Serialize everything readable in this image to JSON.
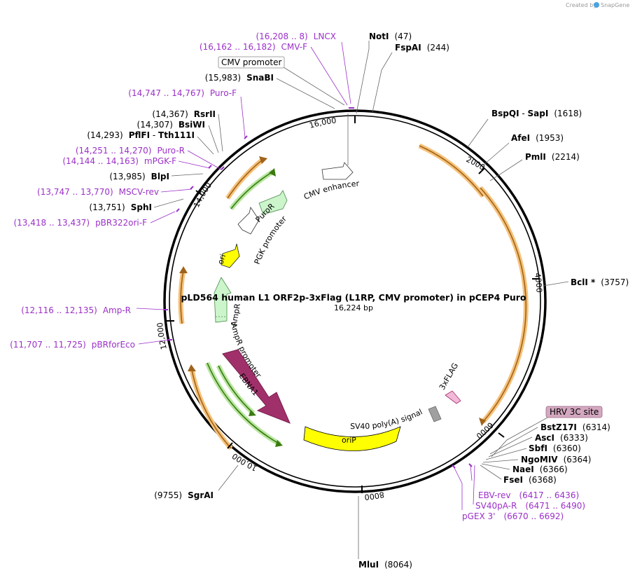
{
  "credit": {
    "text": "Created by",
    "brand": "SnapGene"
  },
  "plasmid": {
    "name": "pLD564 human L1 ORF2p-3xFlag (L1RP, CMV promoter) in pCEP4 Puro",
    "size": "16,224 bp"
  },
  "ticks": [
    "2000",
    "4000",
    "6000",
    "8000",
    "10,000",
    "12,000",
    "14,000",
    "16,000"
  ],
  "enzymes": [
    {
      "name": "NotI",
      "pos": "(47)"
    },
    {
      "name": "FspAI",
      "pos": "(244)"
    },
    {
      "name": "BspQI",
      "sep": " - ",
      "name2": "SapI",
      "pos": "(1618)"
    },
    {
      "name": "AfeI",
      "pos": "(1953)"
    },
    {
      "name": "PmlI",
      "pos": "(2214)"
    },
    {
      "name": "BclI *",
      "pos": "(3757)"
    },
    {
      "name": "BstZ17I",
      "pos": "(6314)"
    },
    {
      "name": "AscI",
      "pos": "(6333)"
    },
    {
      "name": "SbfI",
      "pos": "(6360)"
    },
    {
      "name": "NgoMIV",
      "pos": "(6364)"
    },
    {
      "name": "NaeI",
      "pos": "(6366)"
    },
    {
      "name": "FseI",
      "pos": "(6368)"
    },
    {
      "name": "MluI",
      "pos": "(8064)"
    },
    {
      "name": "SgrAI",
      "pos": "(9755)"
    },
    {
      "name": "SphI",
      "pos": "(13,751)"
    },
    {
      "name": "BlpI",
      "pos": "(13,985)"
    },
    {
      "name": "PflFI",
      "sep": " - ",
      "name2": "Tth111I",
      "pos": "(14,293)"
    },
    {
      "name": "BsiWI",
      "pos": "(14,307)"
    },
    {
      "name": "RsrII",
      "pos": "(14,367)"
    },
    {
      "name": "SnaBI",
      "pos": "(15,983)"
    }
  ],
  "primers": [
    {
      "name": "LNCX",
      "pos": "(16,208 .. 8)"
    },
    {
      "name": "CMV-F",
      "pos": "(16,162 .. 16,182)"
    },
    {
      "name": "Puro-F",
      "pos": "(14,747 .. 14,767)"
    },
    {
      "name": "Puro-R",
      "pos": "(14,251 .. 14,270)"
    },
    {
      "name": "mPGK-F",
      "pos": "(14,144 .. 14,163)"
    },
    {
      "name": "MSCV-rev",
      "pos": "(13,747 .. 13,770)"
    },
    {
      "name": "pBR322ori-F",
      "pos": "(13,418 .. 13,437)"
    },
    {
      "name": "Amp-R",
      "pos": "(12,116 .. 12,135)"
    },
    {
      "name": "pBRforEco",
      "pos": "(11,707 .. 11,725)"
    },
    {
      "name": "EBV-rev",
      "pos": "(6417 .. 6436)"
    },
    {
      "name": "SV40pA-R",
      "pos": "(6471 .. 6490)"
    },
    {
      "name": "pGEX 3'",
      "pos": "(6670 .. 6692)"
    }
  ],
  "features": {
    "cmv_promoter": "CMV promoter",
    "hrv_site": "HRV 3C site",
    "cmv_enhancer": "CMV enhancer",
    "puror": "PuroR",
    "pgk_promoter": "PGK promoter",
    "ori": "ori",
    "ampr": "AmpR",
    "ampr_promoter": "AmpR promoter",
    "ebna1": "EBNA1",
    "orip": "oriP",
    "sv40": "SV40 poly(A) signal",
    "flag": "3xFLAG"
  },
  "colors": {
    "orange_feature": "#f0a030",
    "green_feature": "#5aaa28",
    "pale_green": "#ccf5cc",
    "ebna1": "#a0306a",
    "orip": "#ffff00",
    "primer": "#9b30c8",
    "hrv_box": "#d4a8c0"
  }
}
